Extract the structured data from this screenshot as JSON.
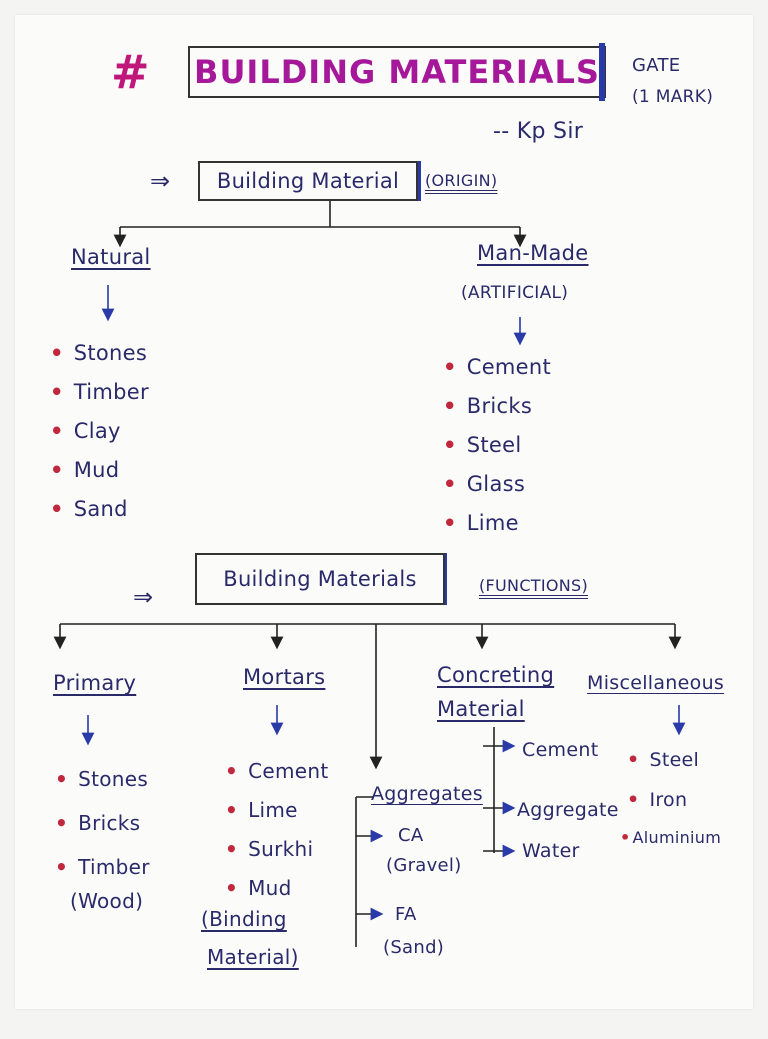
{
  "header": {
    "symbol": "#",
    "title": "BUILDING MATERIALS",
    "exam": "GATE",
    "marks": "(1 MARK)",
    "author": "-- Kp Sir"
  },
  "origin_section": {
    "arrow": "⇒",
    "box_label": "Building Material",
    "qualifier": "(ORIGIN)",
    "natural": {
      "heading": "Natural",
      "items": [
        "Stones",
        "Timber",
        "Clay",
        "Mud",
        "Sand"
      ]
    },
    "manmade": {
      "heading": "Man-Made",
      "subheading": "(ARTIFICIAL)",
      "items": [
        "Cement",
        "Bricks",
        "Steel",
        "Glass",
        "Lime"
      ]
    }
  },
  "functions_section": {
    "arrow": "⇒",
    "box_label": "Building Materials",
    "qualifier": "(FUNCTIONS)",
    "primary": {
      "heading": "Primary",
      "items": [
        "Stones",
        "Bricks",
        "Timber"
      ],
      "note": "(Wood)"
    },
    "mortars": {
      "heading": "Mortars",
      "items": [
        "Cement",
        "Lime",
        "Surkhi",
        "Mud"
      ],
      "note_line1": "(Binding",
      "note_line2": "Material)"
    },
    "aggregates": {
      "heading": "Aggregates",
      "ca": "CA",
      "ca_note": "(Gravel)",
      "fa": "FA",
      "fa_note": "(Sand)"
    },
    "concreting": {
      "heading_line1": "Concreting",
      "heading_line2": "Material",
      "items": [
        "Cement",
        "Aggregate",
        "Water"
      ]
    },
    "misc": {
      "heading": "Miscellaneous",
      "items": [
        "Steel",
        "Iron",
        "Aluminium"
      ]
    }
  }
}
